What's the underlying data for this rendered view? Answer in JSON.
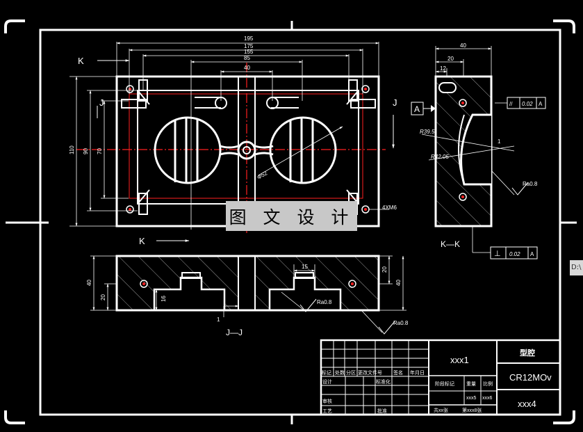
{
  "watermark": {
    "text": "图 文 设 计"
  },
  "edge_tab": {
    "text": "D:\\"
  },
  "colors": {
    "background": "#000000",
    "line": "#ffffff",
    "center_line": "#ff2020",
    "dimension": "#ffffff",
    "hatch": "#9a9a9a",
    "watermark_bg": "#c8c8c8"
  },
  "top_view": {
    "dims": {
      "w195": "195",
      "w175": "175",
      "w155": "155",
      "w85": "85",
      "w40": "40",
      "h110": "110",
      "h90": "90",
      "h70": "70",
      "dia52": "Φ52",
      "holes": "4XM6"
    },
    "section_labels": {
      "k_top": "K",
      "k_bottom": "K",
      "j_left": "J",
      "j_right": "J"
    }
  },
  "side_view": {
    "dims": {
      "w40": "40",
      "w20": "20",
      "w12": "12",
      "r39": "R39.5",
      "r42": "R42.05",
      "one": "1"
    },
    "datum": "A",
    "gtol_top": {
      "symbol": "//",
      "value": "0.02",
      "datum": "A"
    },
    "gtol_bottom": {
      "symbol": "⊥",
      "value": "0.02",
      "datum": "A"
    },
    "roughness": "Ra0.8",
    "caption": "K—K"
  },
  "front_view": {
    "dims": {
      "w15": "15",
      "h20_right": "20",
      "h40_right": "40",
      "h40_left": "40",
      "h20_left": "20",
      "h16": "16",
      "one": "1"
    },
    "roughness_inner": "Ra0.8",
    "roughness_outer": "Ra0.8",
    "caption": "J—J"
  },
  "title_block": {
    "drawing_no": "xxx1",
    "part_name": "型腔",
    "material": "CR12MOv",
    "code": "xxx4",
    "revision_headers": [
      "标记",
      "处数",
      "分区",
      "更改文件号",
      "签名",
      "年月日"
    ],
    "labels": {
      "design": "设计",
      "standardize": "标准化",
      "check": "审核",
      "process": "工艺",
      "approve": "批准",
      "stage_mark": "阶段标记",
      "weight": "重量",
      "scale": "比例"
    },
    "weight_value": "xxx5",
    "scale_value": "xxx6",
    "sheets": "共xx张",
    "sheet_of": "第xxx8张"
  }
}
